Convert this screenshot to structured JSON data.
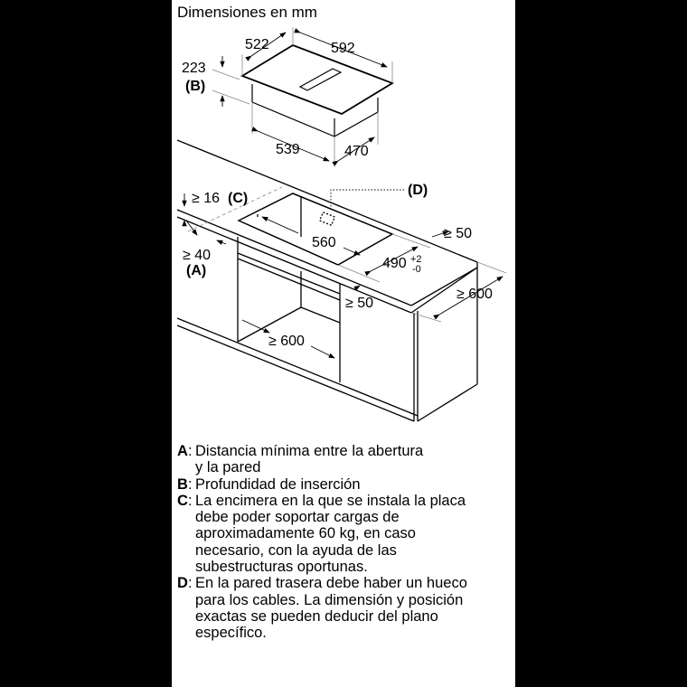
{
  "title": "Dimensiones en mm",
  "appliance": {
    "width": "592",
    "depth": "522",
    "height": "223",
    "height_label": "(B)",
    "body_width": "539",
    "body_depth": "470"
  },
  "cutout": {
    "countertop_thickness": "≥ 16",
    "countertop_label": "(C)",
    "wall_distance": "≥ 40",
    "wall_label": "(A)",
    "cutout_width": "560",
    "cutout_depth": "490",
    "cutout_depth_tol_plus": "+2",
    "cutout_depth_tol_minus": "-0",
    "back_margin": "≥ 50",
    "front_margin": "≥ 50",
    "counter_depth": "≥ 600",
    "cabinet_width": "≥ 600",
    "cable_label": "(D)"
  },
  "legend": [
    {
      "key": "A",
      "text": "Distancia mínima entre la abertura\ny la pared"
    },
    {
      "key": "B",
      "text": "Profundidad de inserción"
    },
    {
      "key": "C",
      "text": "La encimera en la que se instala la placa\ndebe poder soportar cargas de\naproximadamente 60 kg, en caso\nnecesario, con la ayuda de las\nsubestructuras oportunas."
    },
    {
      "key": "D",
      "text": "En la pared trasera debe haber un hueco\npara los cables. La dimensión y posición\nexactas se pueden deducir del plano\nespecífico."
    }
  ]
}
